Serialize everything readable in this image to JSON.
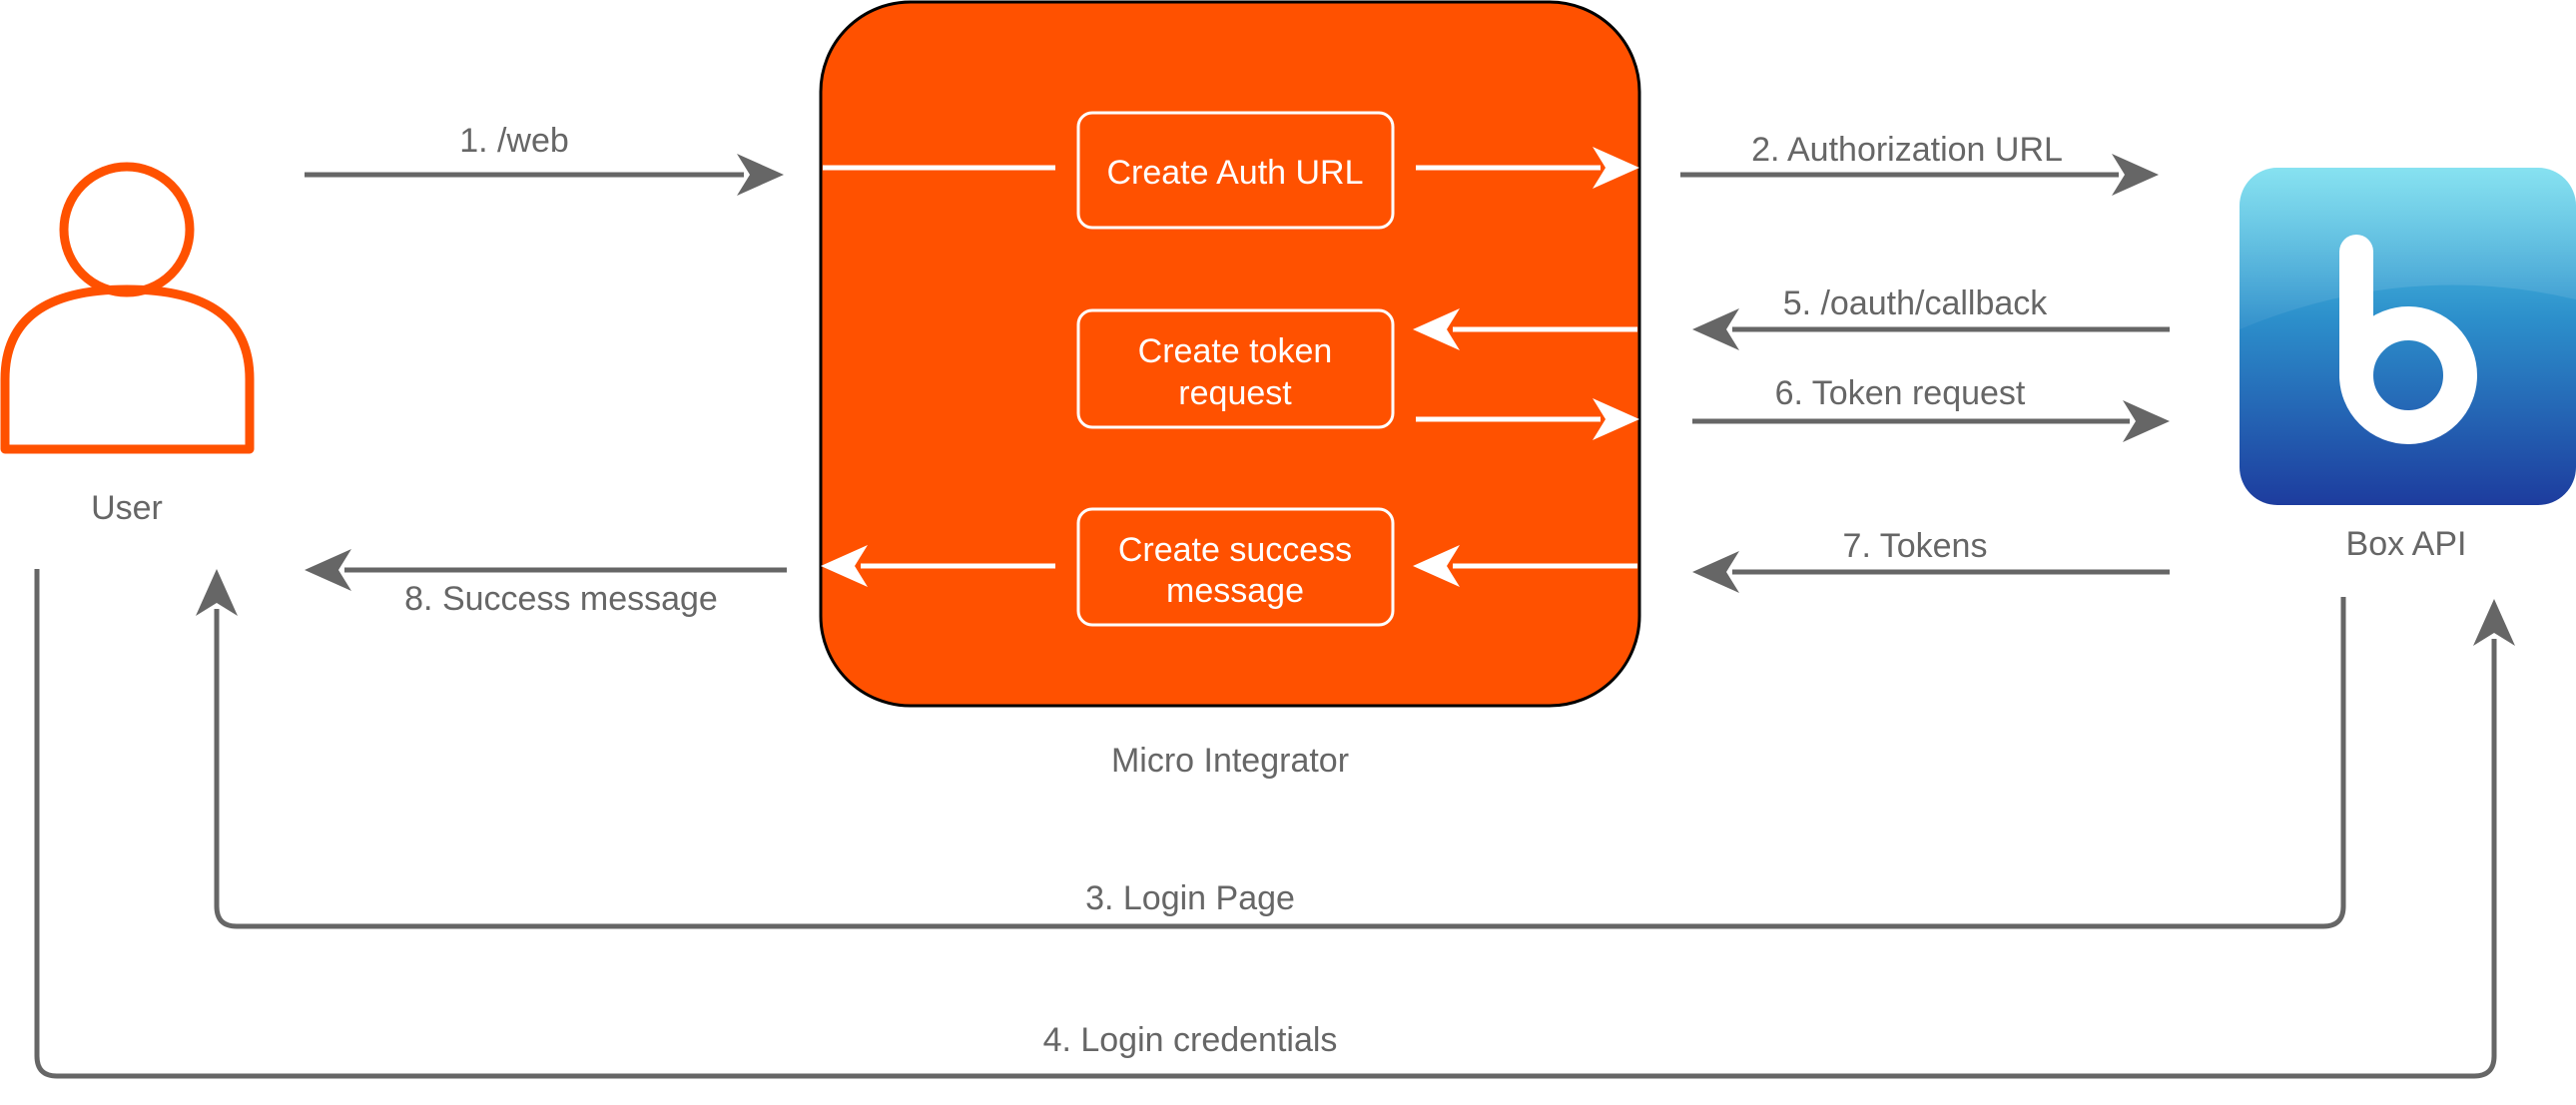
{
  "colors": {
    "accent": "#FF5100",
    "arrow": "#666666",
    "label": "#666666",
    "inner": "#FFFFFF",
    "box_logo_top": "#5FD8EC",
    "box_logo_bottom": "#1D3C9E"
  },
  "nodes": {
    "user": {
      "label": "User",
      "icon": "user-icon"
    },
    "micro_integrator": {
      "label": "Micro Integrator",
      "steps": {
        "auth_url": [
          "Create Auth URL"
        ],
        "token_request": [
          "Create token",
          "request"
        ],
        "success_message": [
          "Create success",
          "message"
        ]
      }
    },
    "box_api": {
      "label": "Box API",
      "icon": "box-logo-icon",
      "logo_letter": "b"
    }
  },
  "edges": {
    "web": "1. /web",
    "authorization_url": "2. Authorization URL",
    "login_page": "3. Login Page",
    "login_credentials": "4. Login credentials",
    "oauth_callback": "5. /oauth/callback",
    "token_request": "6. Token request",
    "tokens": "7. Tokens",
    "success_message": "8. Success message"
  }
}
